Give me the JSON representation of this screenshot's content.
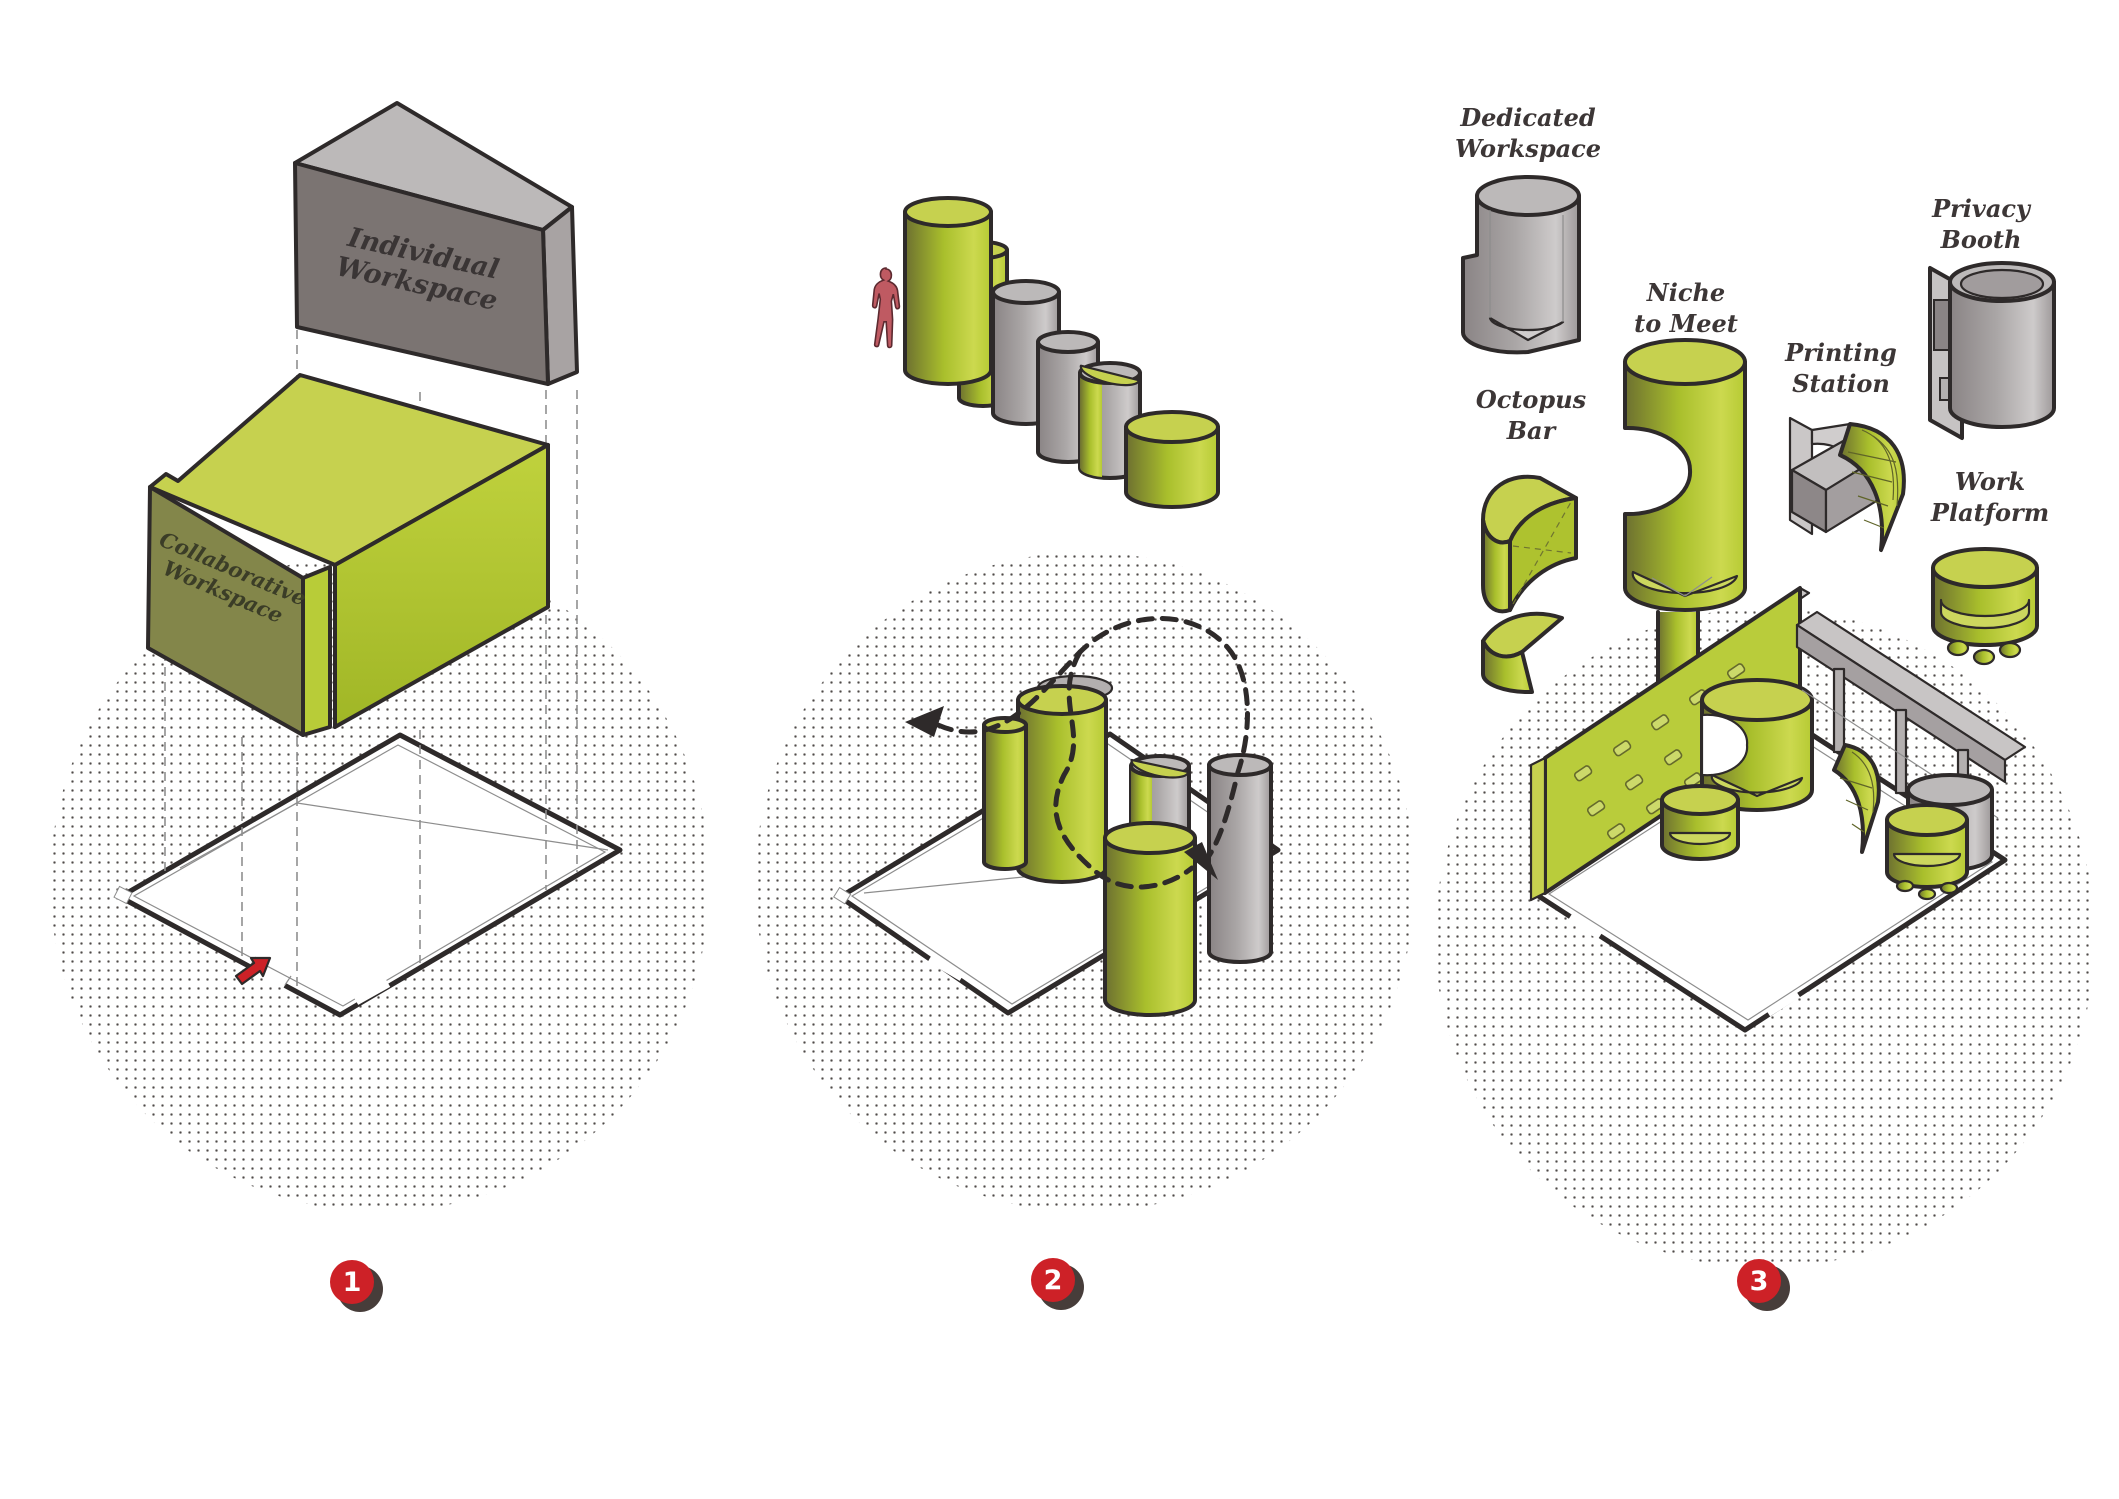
{
  "diagram": {
    "panel1": {
      "individual_label": "Individual\nWorkspace",
      "collaborative_label": "Collaborative\nWorkspace",
      "badge": "1"
    },
    "panel2": {
      "badge": "2"
    },
    "panel3": {
      "badge": "3",
      "labels": [
        {
          "id": "dedicated-workspace",
          "text": "Dedicated\nWorkspace"
        },
        {
          "id": "privacy-booth",
          "text": "Privacy\nBooth"
        },
        {
          "id": "niche-to-meet",
          "text": "Niche\nto Meet"
        },
        {
          "id": "printing-station",
          "text": "Printing\nStation"
        },
        {
          "id": "octopus-bar",
          "text": "Octopus\nBar"
        },
        {
          "id": "work-platform",
          "text": "Work\nPlatform"
        }
      ]
    },
    "colors": {
      "green_top": "#c6d14f",
      "green_side": "#b5c92f",
      "green_dark": "#83864a",
      "gray_top": "#bcb9b9",
      "gray_front": "#7b7472",
      "badge_red": "#cd2127",
      "figure_red": "#bf5a62",
      "outline": "#2e2a2a",
      "label_ink": "#3c3636",
      "dot": "#4e4a48"
    }
  }
}
